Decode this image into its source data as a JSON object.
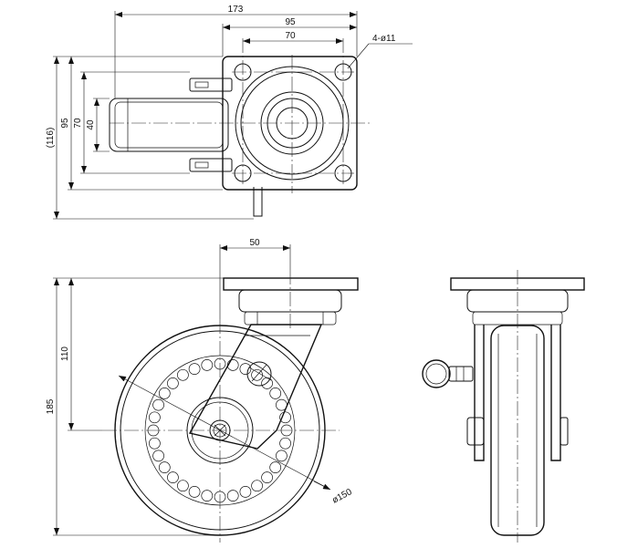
{
  "dimensions": {
    "top_overall_width": "173",
    "top_plate_width": "95",
    "top_hole_pitch_x": "70",
    "top_bolt_holes": "4-ø11",
    "top_overall_height": "(116)",
    "top_plate_height": "95",
    "top_hole_pitch_y": "70",
    "top_wheel_width": "40",
    "side_offset": "50",
    "side_plate_to_axle": "110",
    "side_overall_height": "185",
    "side_wheel_diameter": "ø150"
  },
  "colors": {
    "line": "#111111",
    "background": "#ffffff"
  }
}
